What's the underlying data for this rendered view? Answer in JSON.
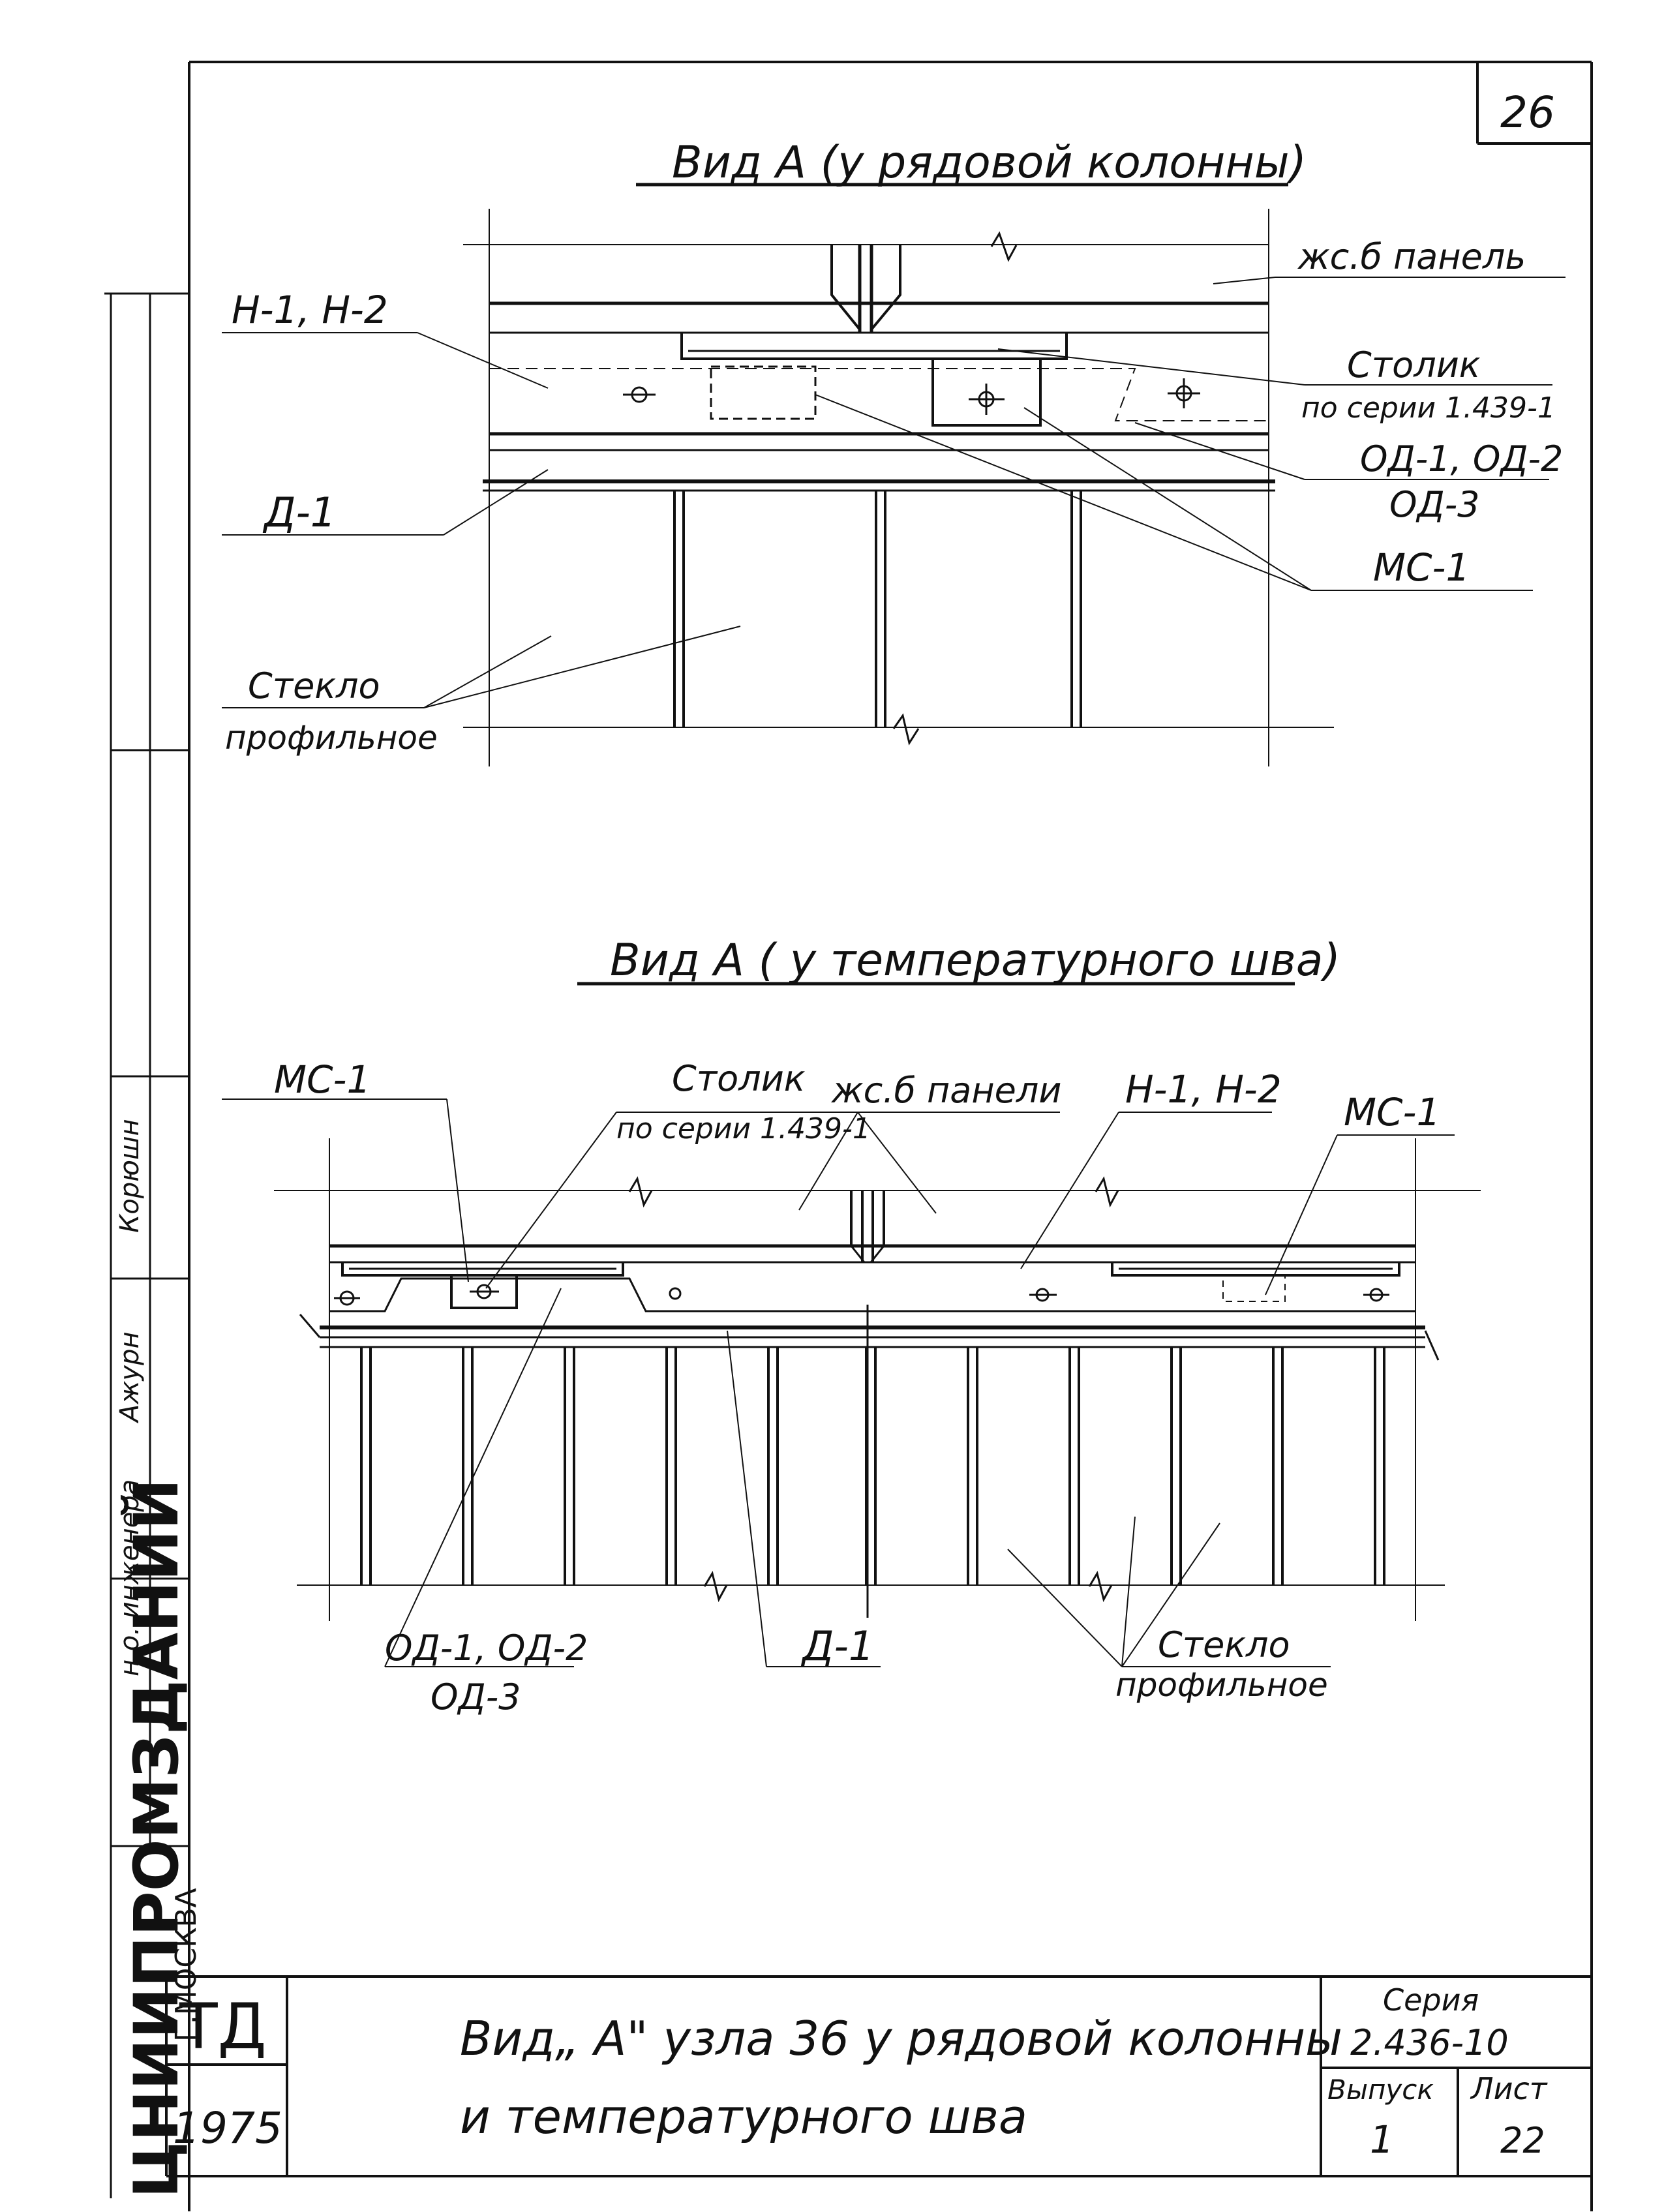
{
  "sheet_number": "26",
  "view1": {
    "title": "Вид А (у рядовой колонны)",
    "labels": {
      "panel": "жс.б панель",
      "n12": "Н-1, Н-2",
      "stolik_1": "Столик",
      "stolik_2": "по серии 1.439-1",
      "od12": "ОД-1, ОД-2",
      "od3": "ОД-3",
      "d1": "Д-1",
      "ms1": "МС-1",
      "glass_1": "Стекло",
      "glass_2": "профильное"
    }
  },
  "view2": {
    "title": "Вид А ( у температурного шва)",
    "labels": {
      "ms1_left": "МС-1",
      "stolik_1": "Столик",
      "stolik_2": "по серии 1.439-1",
      "panels": "жс.б панели",
      "n12": "Н-1, Н-2",
      "ms1_right": "МС-1",
      "od12": "ОД-1, ОД-2",
      "od3": "ОД-3",
      "d1": "Д-1",
      "glass_1": "Стекло",
      "glass_2": "профильное"
    }
  },
  "left_margin": {
    "org": "ЦНИИПРОМЗДАНИЙ",
    "city": "Г.МОСКВА",
    "role": "н.о. инженера",
    "sign1": "Ажурн",
    "sign2": "Корюшн"
  },
  "title_block": {
    "logo": "ТД",
    "year": "1975",
    "title_line1": "Вид„ А\" узла 36 у рядовой колонны",
    "title_line2": "и температурного шва",
    "series_label": "Серия",
    "series_value": "2.436-10",
    "issue_label": "Выпуск",
    "issue_value": "1",
    "sheet_label": "Лист",
    "sheet_value": "22"
  }
}
